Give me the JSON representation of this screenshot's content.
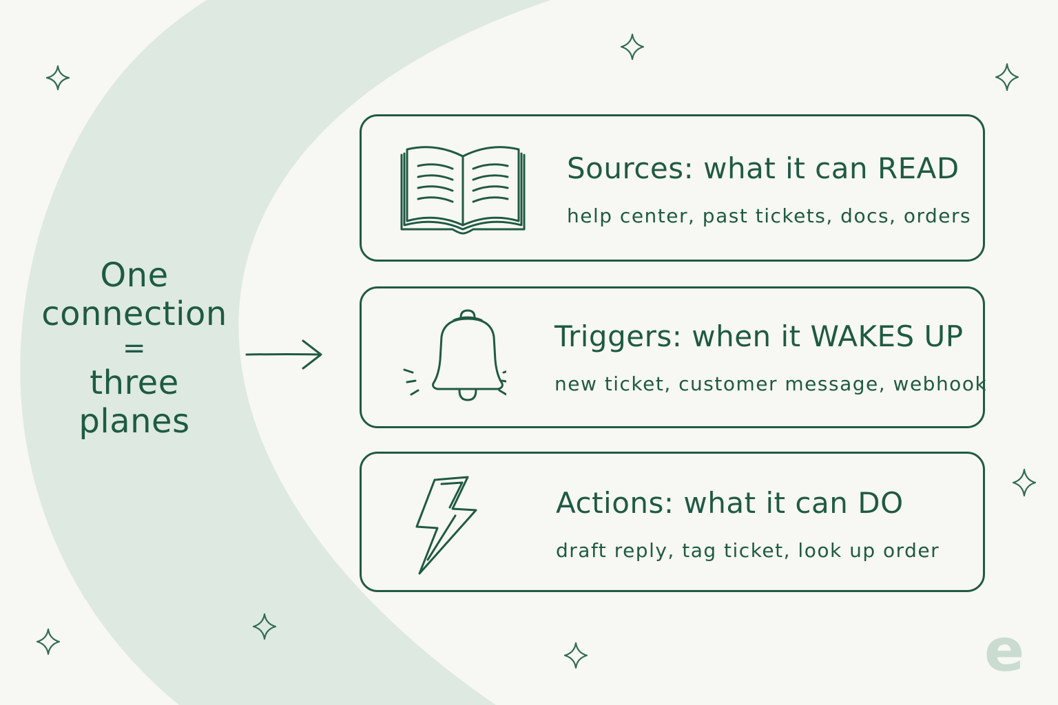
{
  "left_label": {
    "line1": "One",
    "line2": "connection",
    "line3": "=",
    "line4": "three",
    "line5": "planes"
  },
  "cards": [
    {
      "title": "Sources: what it can READ",
      "subtitle": "help center, past tickets, docs, orders",
      "icon": "open-book-icon"
    },
    {
      "title": "Triggers: when it WAKES UP",
      "subtitle": "new ticket, customer message, webhook",
      "icon": "bell-icon"
    },
    {
      "title": "Actions: what it can DO",
      "subtitle": "draft reply, tag ticket, look up order",
      "icon": "lightning-bolt-icon"
    }
  ],
  "logo": {
    "letter": "e"
  },
  "colors": {
    "ink": "#1f5a43",
    "background": "#f7f7f3",
    "arc": "#dde9e1",
    "logo": "#c9dccf"
  }
}
